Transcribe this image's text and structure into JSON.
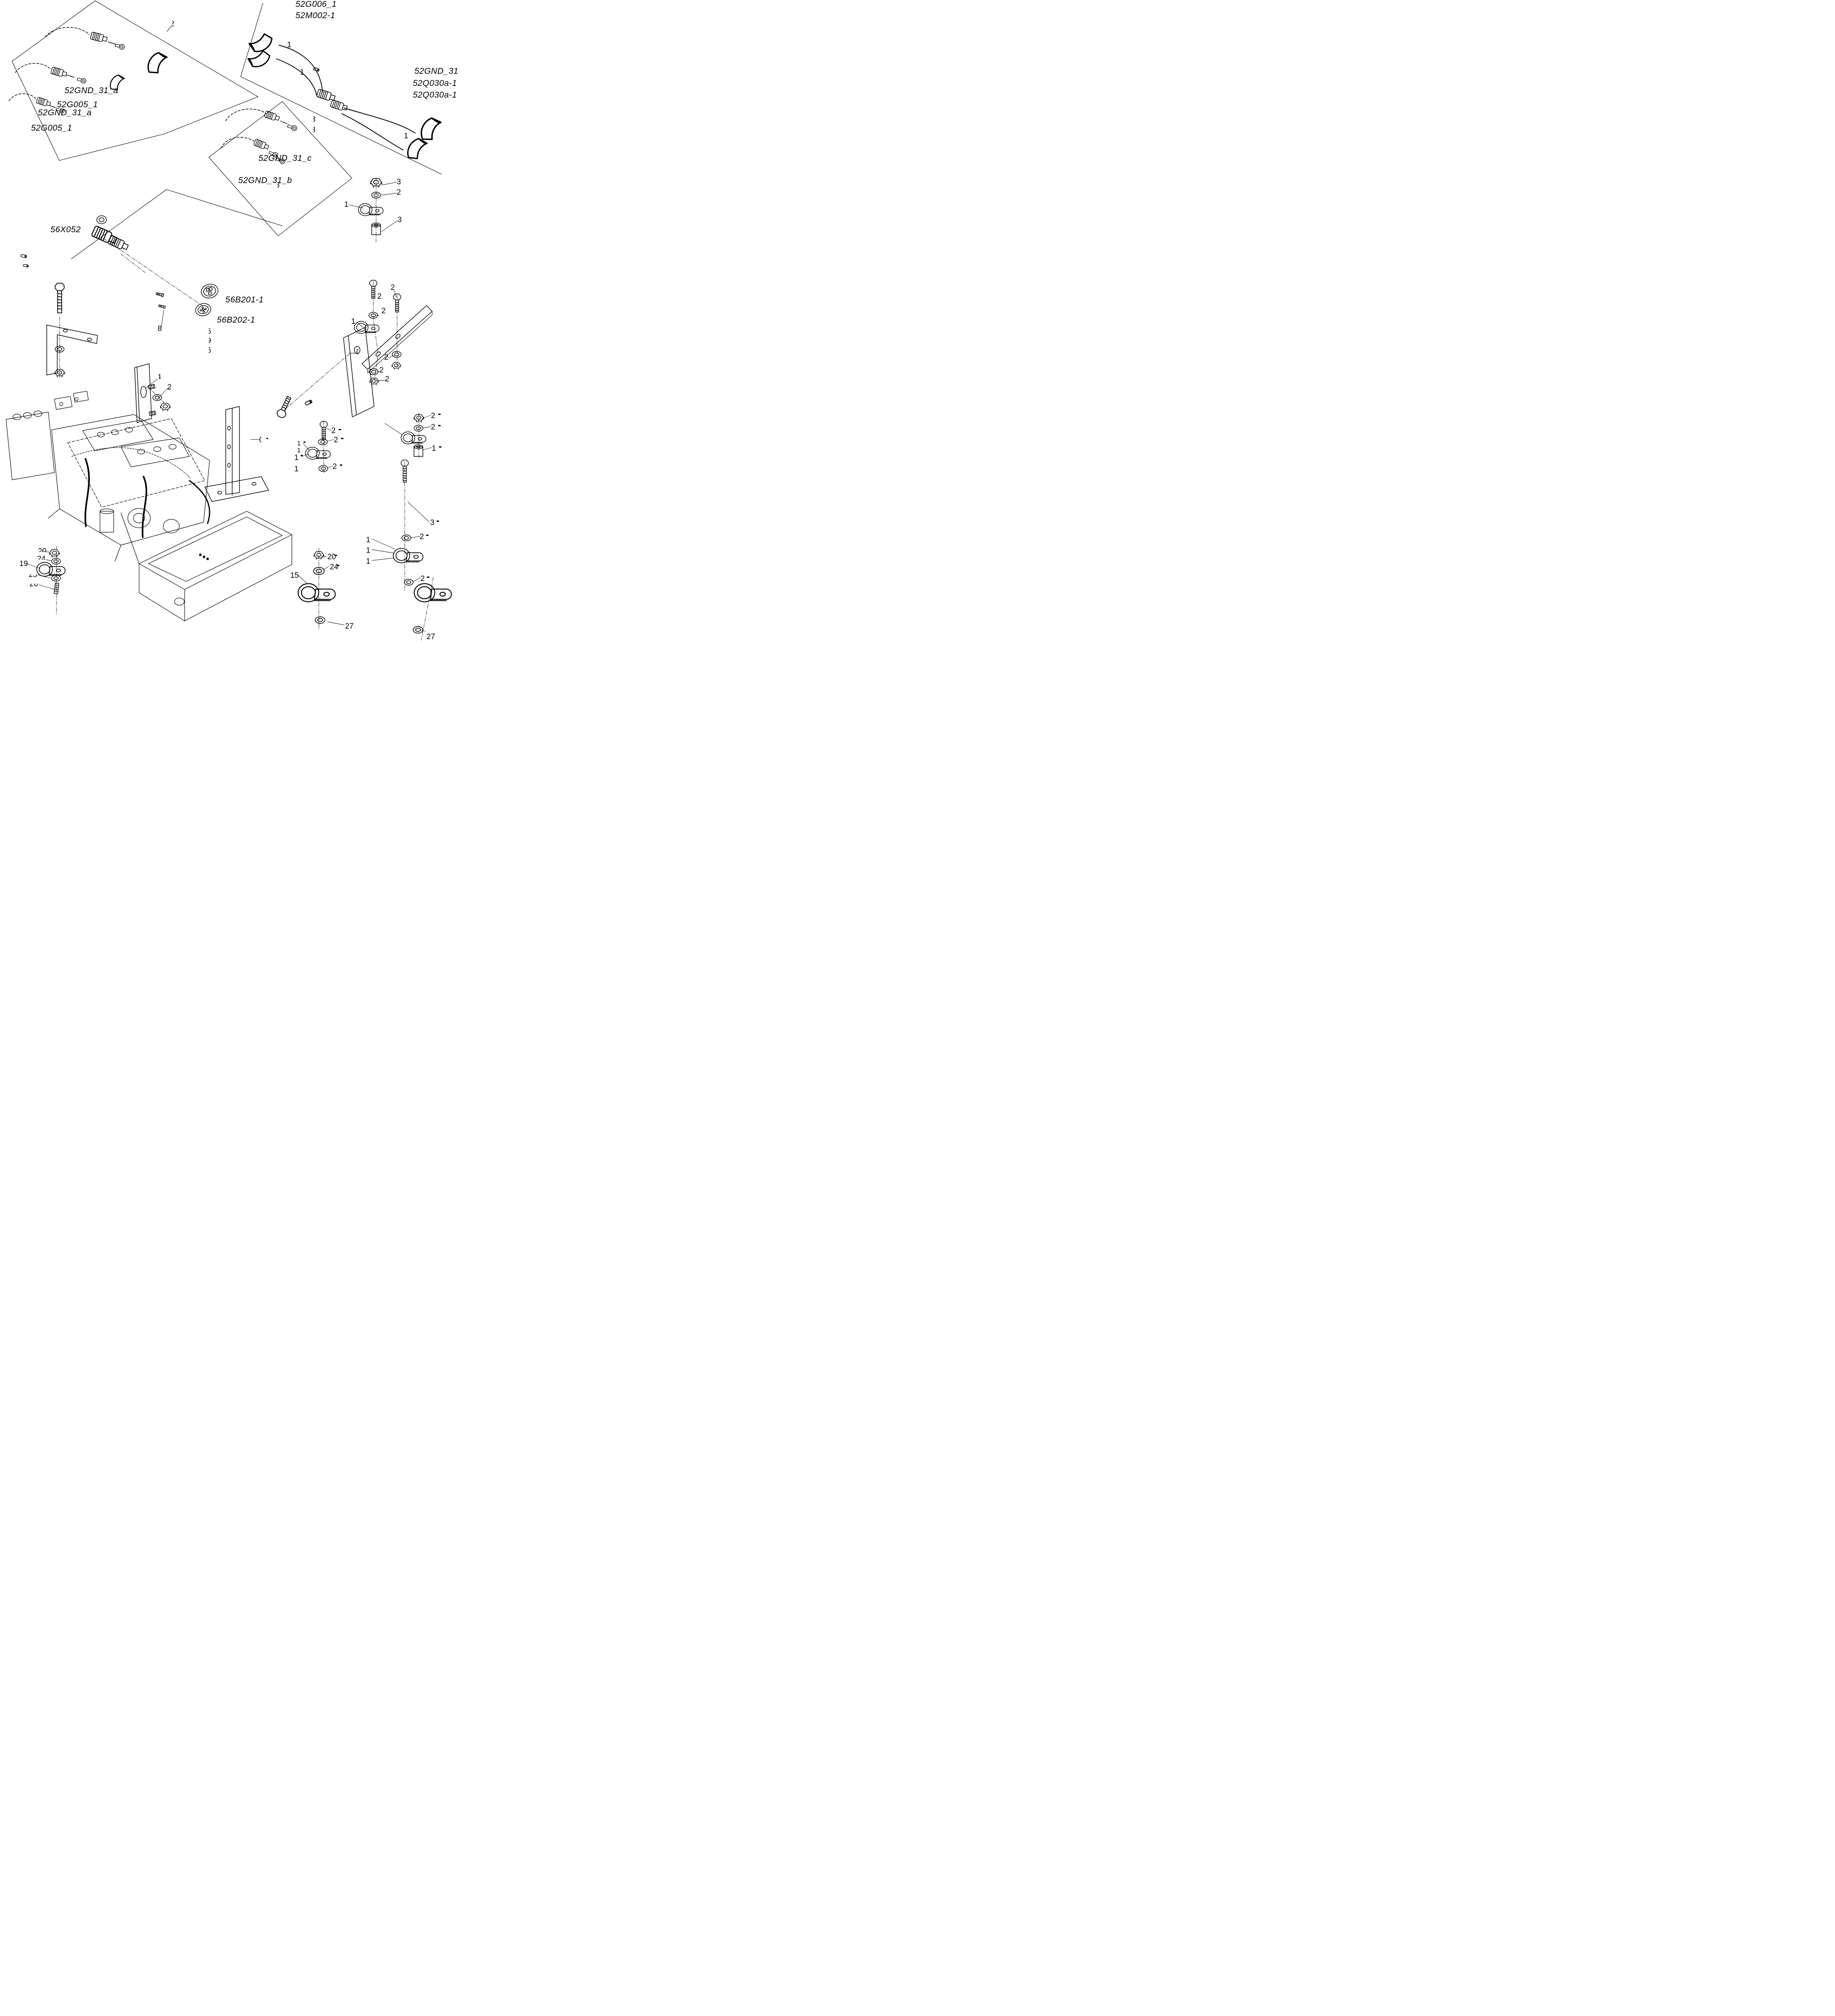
{
  "page": {
    "background": "#ffffff",
    "ink": "#000000",
    "kind": "exploded parts diagram"
  },
  "part_codes": {
    "g006": "52G006_1",
    "m002": "52M002-1",
    "gnd31": "52GND_31",
    "q030a_1": "52Q030a-1",
    "q030a_2": "52Q030a-1",
    "gnd31a_1": "52GND_31_a",
    "g005_1a": "52G005_1",
    "gnd31a_2": "52GND_31_a",
    "g005_1b": "52G005_1",
    "gnd31c": "52GND_31_c",
    "gnd31b": "52GND_31_b",
    "x052": "56X052",
    "b201": "56B201-1",
    "b202": "56B202-1"
  },
  "callouts": {
    "top2": "2",
    "r1_1": "1",
    "r1_2": "1",
    "r1_3": "1",
    "c3_a": "3",
    "c3_b": "3",
    "c3_c": "3",
    "tr_nut3": "3",
    "tr_washer2": "2",
    "tr_clamp1": "1",
    "tr_spacer3": "3",
    "bar_bolt2a": "2",
    "bar_bolt2b": "2",
    "bar_washer2a": "2",
    "bar_clamp1": "1",
    "bar_0": "0",
    "bar_washer2b": "2",
    "bar_washer2c": "2",
    "bar_nut2": "2",
    "plate_4": "4",
    "plate_2": "2",
    "mid_8": "8",
    "mid_6a": "6",
    "mid_9": "9",
    "mid_6b": "6",
    "brk_0": "0",
    "br1_bolt2": "2",
    "br1_washer2a": "2",
    "br1_1a": "1",
    "br1_1b": "1",
    "br1_1c": "1",
    "br1_1d": "1",
    "br1_washer2b": "2",
    "br2_nut2": "2",
    "br2_washer2": "2",
    "br2_spacer1": "1",
    "br3_bolt3": "3",
    "br3_washer2a": "2",
    "br3_1a": "1",
    "br3_1b": "1",
    "br3_1c": "1",
    "br3_washer2b": "2",
    "bl_20": "20",
    "bl_24": "24",
    "bl_19": "19",
    "bl_25": "25",
    "bl_26": "26",
    "bc_20": "20",
    "bc_24": "24",
    "bc_15": "15",
    "bc_27": "27",
    "fbr_27": "27"
  }
}
